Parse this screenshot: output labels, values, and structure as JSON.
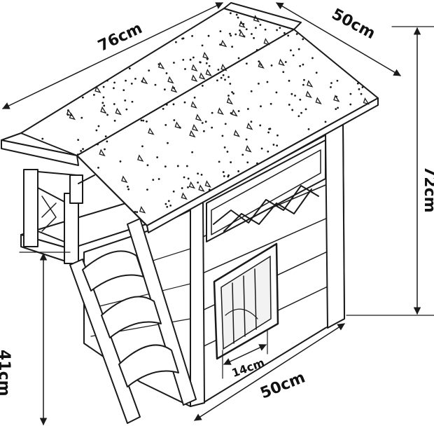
{
  "dimensions": {
    "roof_length": "76cm",
    "roof_depth": "50cm",
    "total_height": "72cm",
    "floor_height": "41cm",
    "base_width": "50cm",
    "door_width": "14cm"
  },
  "colors": {
    "line": "#1a1a1a",
    "background": "#ffffff"
  }
}
